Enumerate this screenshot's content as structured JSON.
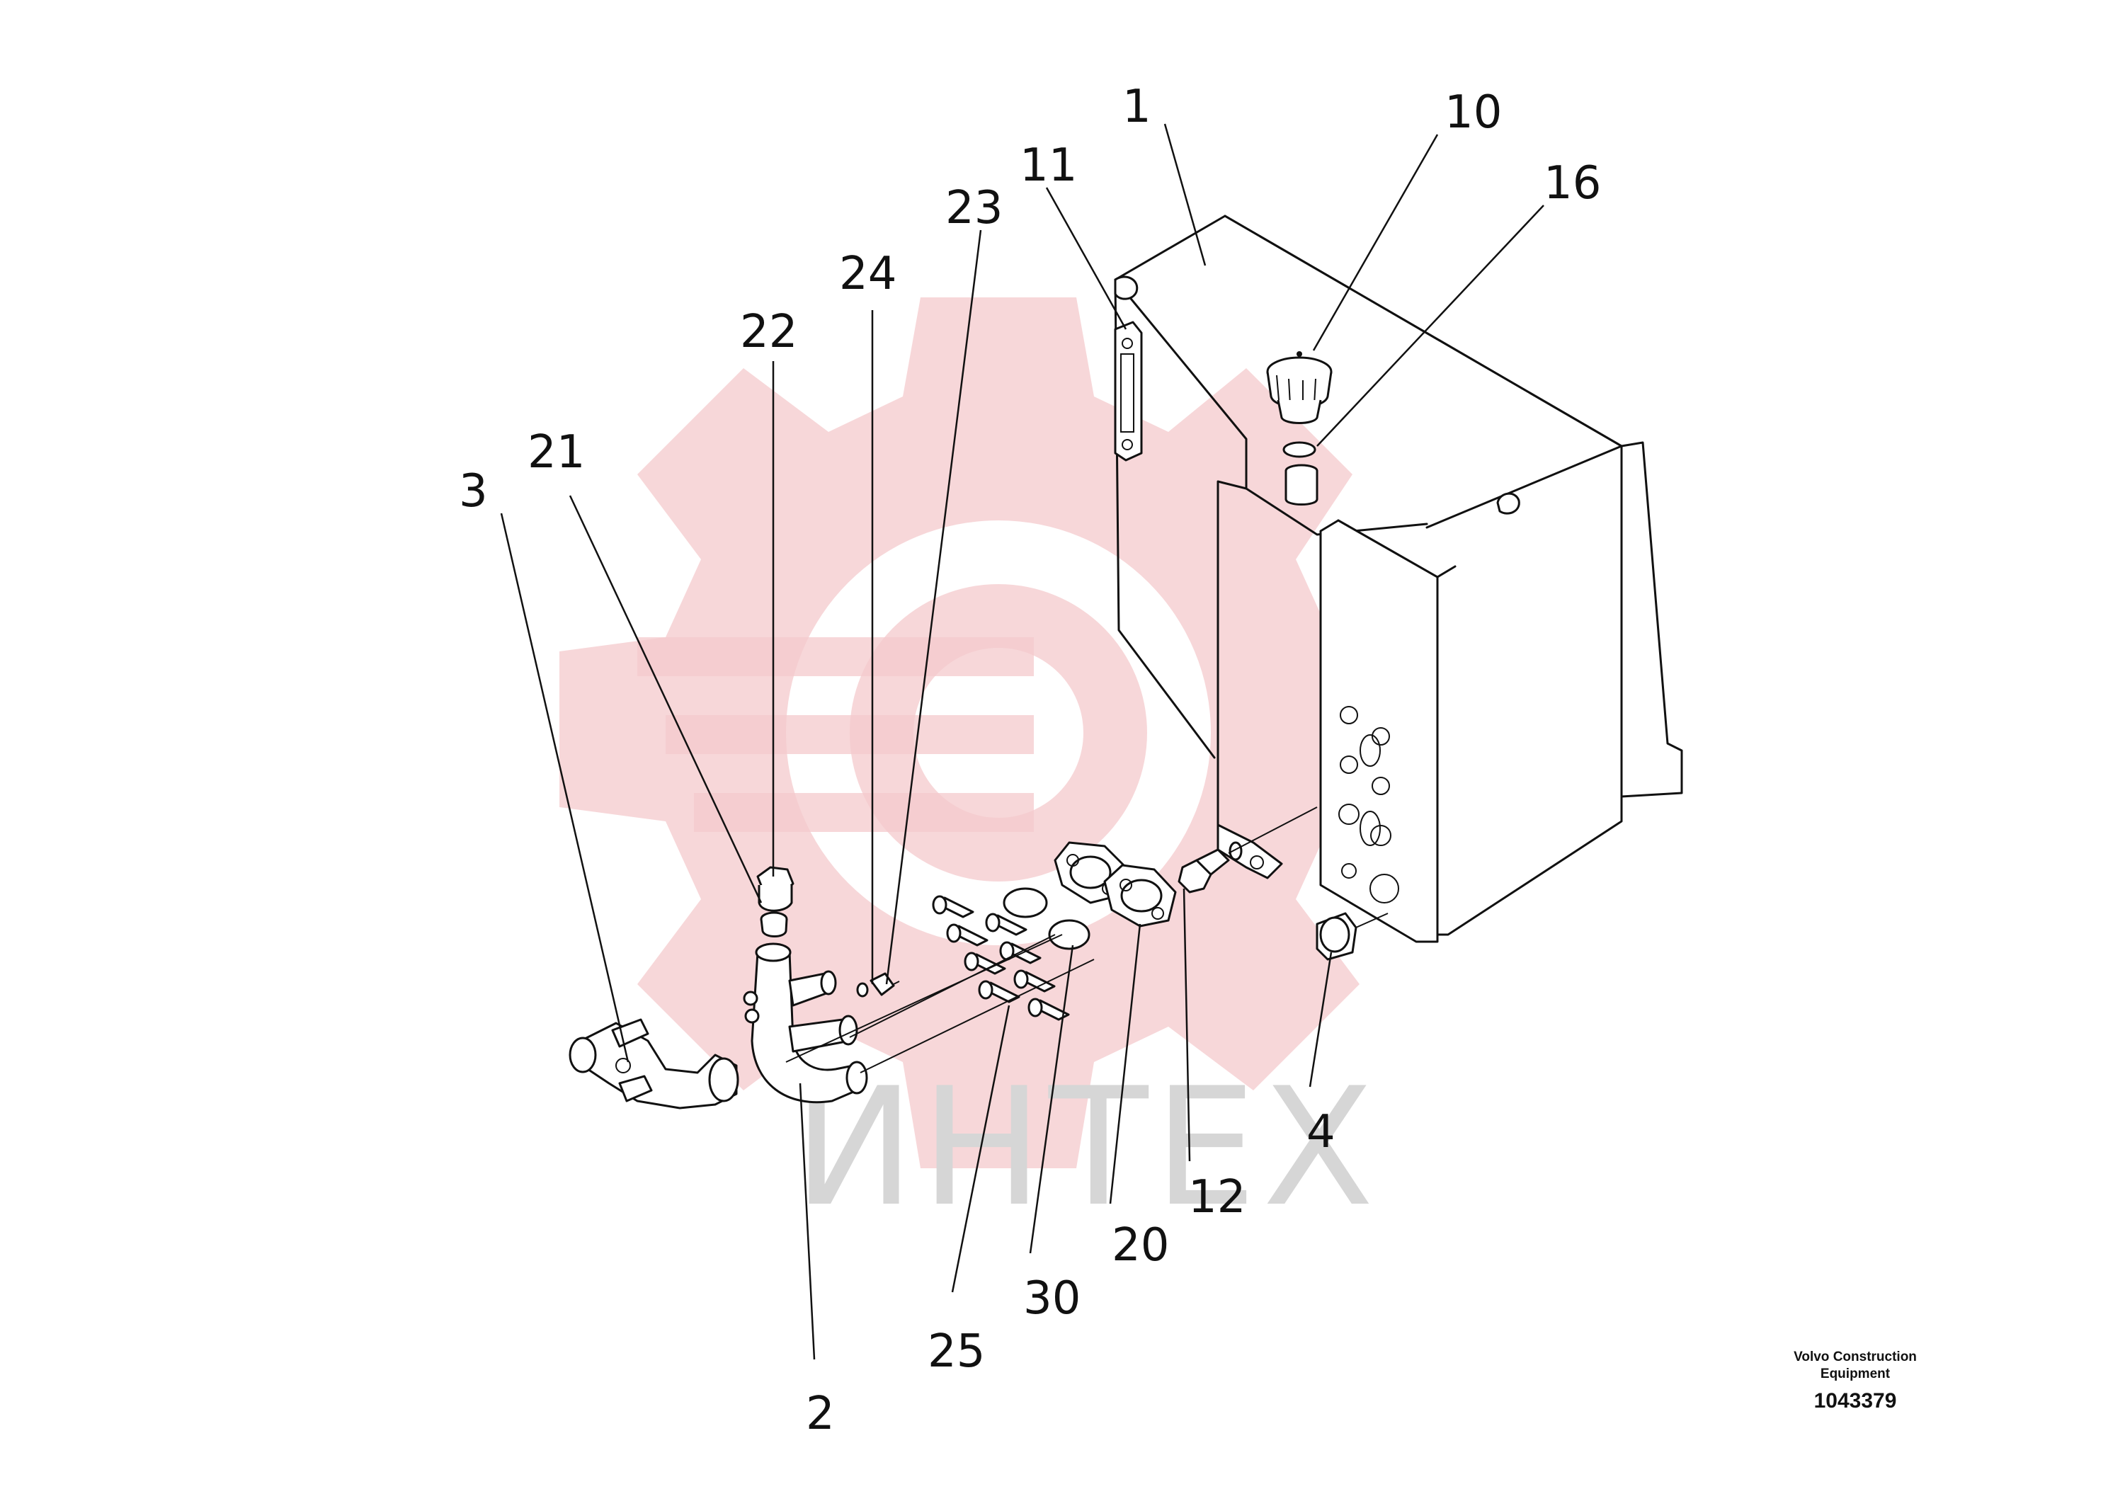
{
  "watermark": {
    "text": "ИНТЕХ",
    "gear_color": "#f4c9cc",
    "text_color": "#d6d6d6"
  },
  "callouts": {
    "c1": "1",
    "c2": "2",
    "c3": "3",
    "c4": "4",
    "c10": "10",
    "c11": "11",
    "c12": "12",
    "c16": "16",
    "c20": "20",
    "c21": "21",
    "c22": "22",
    "c23": "23",
    "c24": "24",
    "c25": "25",
    "c30": "30"
  },
  "footer": {
    "company_line1": "Volvo Construction",
    "company_line2": "Equipment",
    "drawing_number": "1043379"
  }
}
